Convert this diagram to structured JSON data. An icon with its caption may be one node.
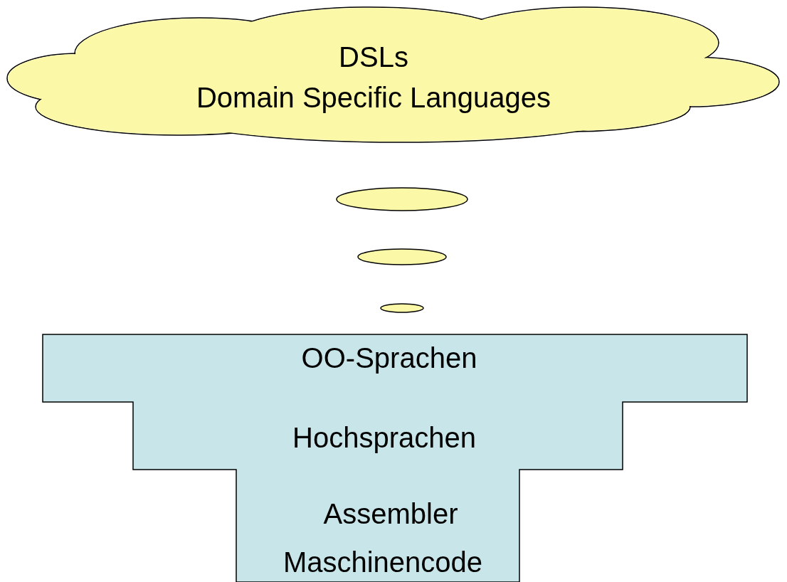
{
  "diagram": {
    "nodes": [
      {
        "text": [
          "DSLs",
          "Domain Specific Languages"
        ]
      },
      {
        "text": [],
        "shape": "ellipse"
      },
      {
        "text": [],
        "shape": "ellipse"
      },
      {
        "text": [],
        "shape": "ellipse"
      },
      {
        "text": [
          "OO-Sprachen",
          "Hochsprachen",
          "Assembler",
          "Maschinencode"
        ]
      }
    ],
    "edges": []
  }
}
